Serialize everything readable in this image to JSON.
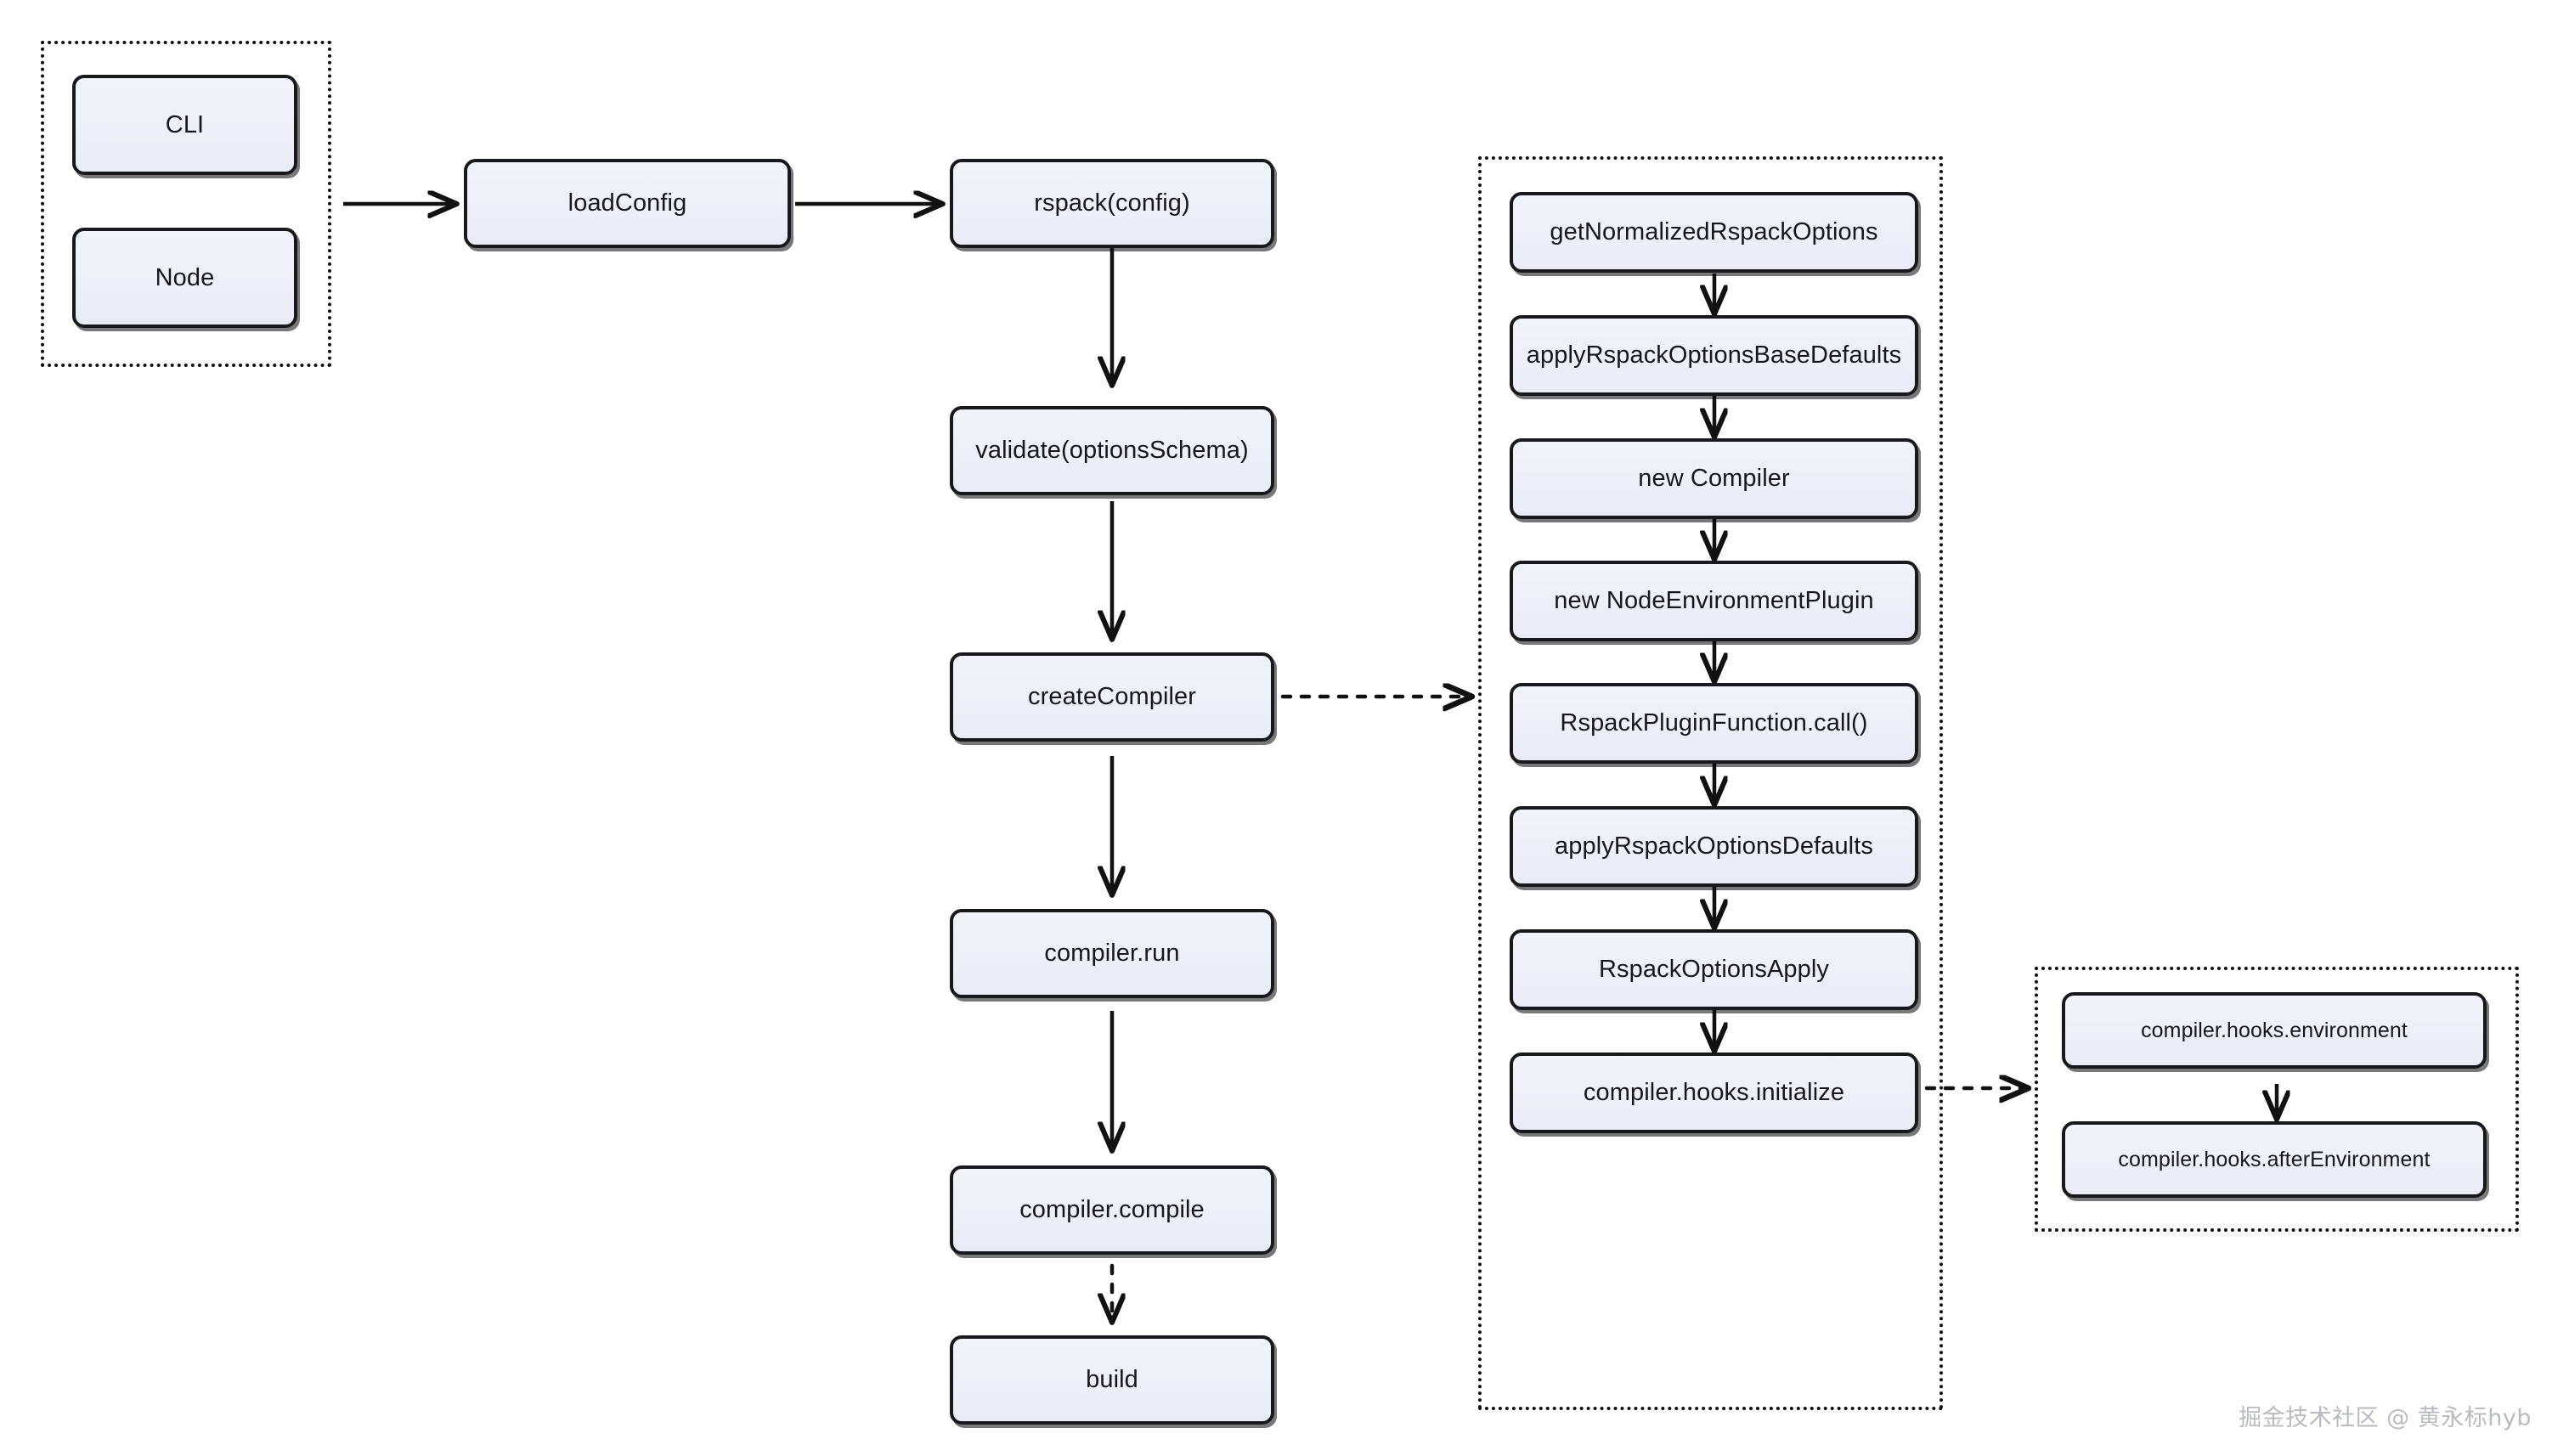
{
  "diagram": {
    "title": "rspack build pipeline flowchart",
    "colors": {
      "node_fill": "#eceef8",
      "node_border": "#18191c",
      "group_border": "#111111",
      "connector": "#111111",
      "background": "#ffffff",
      "watermark": "#b9bbc0"
    },
    "groups": [
      {
        "id": "entry-group",
        "label": ""
      },
      {
        "id": "create-compiler-group",
        "label": ""
      },
      {
        "id": "environment-hooks-group",
        "label": ""
      }
    ],
    "nodes": {
      "cli": "CLI",
      "node": "Node",
      "load_config": "loadConfig",
      "rspack_config": "rspack(config)",
      "validate": "validate(optionsSchema)",
      "create_compiler": "createCompiler",
      "compiler_run": "compiler.run",
      "compiler_compile": "compiler.compile",
      "build": "build",
      "get_normalized": "getNormalizedRspackOptions",
      "apply_base_defaults": "applyRspackOptionsBaseDefaults",
      "new_compiler": "new Compiler",
      "new_node_env_plugin": "new NodeEnvironmentPlugin",
      "plugin_call": "RspackPluginFunction.call()",
      "apply_defaults": "applyRspackOptionsDefaults",
      "options_apply": "RspackOptionsApply",
      "hooks_initialize": "compiler.hooks.initialize",
      "hooks_environment": "compiler.hooks.environment",
      "hooks_after_environment": "compiler.hooks.afterEnvironment"
    },
    "edges": [
      {
        "from": "entry-group",
        "to": "load_config",
        "style": "solid"
      },
      {
        "from": "load_config",
        "to": "rspack_config",
        "style": "solid"
      },
      {
        "from": "rspack_config",
        "to": "validate",
        "style": "solid"
      },
      {
        "from": "validate",
        "to": "create_compiler",
        "style": "solid"
      },
      {
        "from": "create_compiler",
        "to": "compiler_run",
        "style": "solid"
      },
      {
        "from": "compiler_run",
        "to": "compiler_compile",
        "style": "solid"
      },
      {
        "from": "compiler_compile",
        "to": "build",
        "style": "dotted"
      },
      {
        "from": "create_compiler",
        "to": "create-compiler-group",
        "style": "dotted"
      },
      {
        "from": "get_normalized",
        "to": "apply_base_defaults",
        "style": "solid"
      },
      {
        "from": "apply_base_defaults",
        "to": "new_compiler",
        "style": "solid"
      },
      {
        "from": "new_compiler",
        "to": "new_node_env_plugin",
        "style": "solid"
      },
      {
        "from": "new_node_env_plugin",
        "to": "plugin_call",
        "style": "solid"
      },
      {
        "from": "plugin_call",
        "to": "apply_defaults",
        "style": "solid"
      },
      {
        "from": "apply_defaults",
        "to": "options_apply",
        "style": "solid"
      },
      {
        "from": "options_apply",
        "to": "hooks_initialize",
        "style": "solid"
      },
      {
        "from": "apply_defaults",
        "to": "environment-hooks-group",
        "style": "dotted"
      },
      {
        "from": "hooks_environment",
        "to": "hooks_after_environment",
        "style": "solid"
      }
    ]
  },
  "watermark": {
    "text": "掘金技术社区 @ 黄永标hyb"
  }
}
